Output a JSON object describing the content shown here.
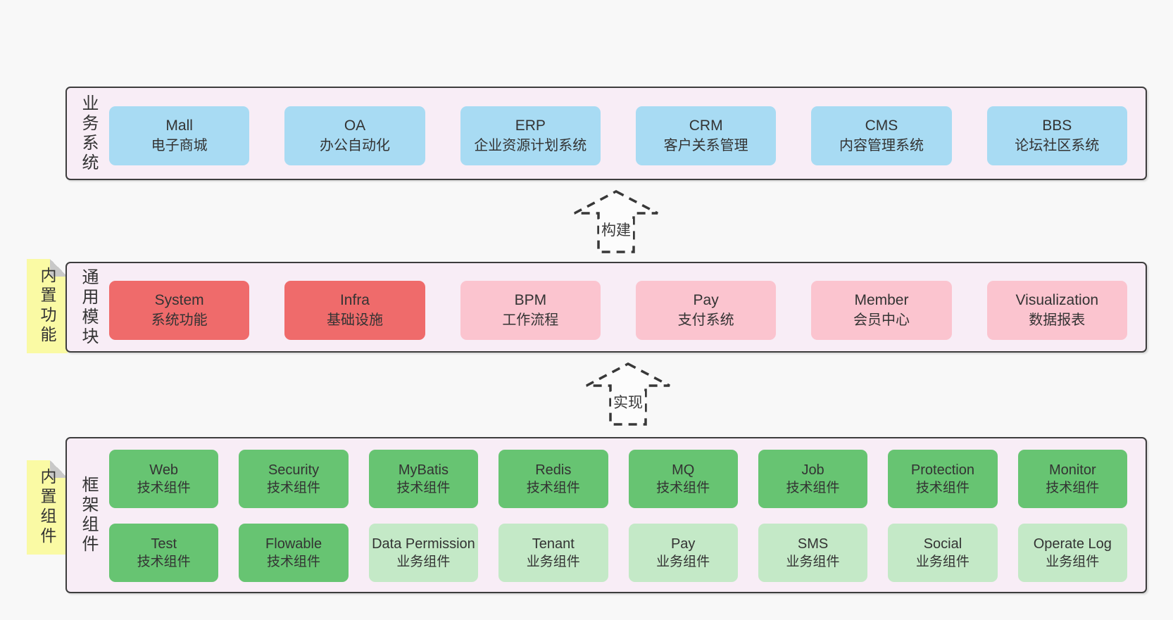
{
  "colors": {
    "page_background": "#f8f8f8",
    "panel_background": "#f8edf6",
    "panel_border": "#3d3d3d",
    "box_blue": "#a8dbf3",
    "box_red": "#ef6b6b",
    "box_pink": "#fbc4cf",
    "box_green": "#67c472",
    "box_light_green": "#c4e9c7",
    "tab_yellow": "#fafaa4",
    "tab_fold_gray": "#c8c8c8"
  },
  "arrows": [
    {
      "label": "构建"
    },
    {
      "label": "实现"
    }
  ],
  "sections": [
    {
      "label": "业务系统",
      "boxes": [
        {
          "name": "Mall",
          "desc": "电子商城"
        },
        {
          "name": "OA",
          "desc": "办公自动化"
        },
        {
          "name": "ERP",
          "desc": "企业资源计划系统"
        },
        {
          "name": "CRM",
          "desc": "客户关系管理"
        },
        {
          "name": "CMS",
          "desc": "内容管理系统"
        },
        {
          "name": "BBS",
          "desc": "论坛社区系统"
        }
      ]
    },
    {
      "label": "通用模块",
      "tab": "内置功能",
      "boxes": [
        {
          "name": "System",
          "desc": "系统功能"
        },
        {
          "name": "Infra",
          "desc": "基础设施"
        },
        {
          "name": "BPM",
          "desc": "工作流程"
        },
        {
          "name": "Pay",
          "desc": "支付系统"
        },
        {
          "name": "Member",
          "desc": "会员中心"
        },
        {
          "name": "Visualization",
          "desc": "数据报表"
        }
      ]
    },
    {
      "label": "框架组件",
      "tab": "内置组件",
      "rows": [
        {
          "boxes": [
            {
              "name": "Web",
              "desc": "技术组件"
            },
            {
              "name": "Security",
              "desc": "技术组件"
            },
            {
              "name": "MyBatis",
              "desc": "技术组件"
            },
            {
              "name": "Redis",
              "desc": "技术组件"
            },
            {
              "name": "MQ",
              "desc": "技术组件"
            },
            {
              "name": "Job",
              "desc": "技术组件"
            },
            {
              "name": "Protection",
              "desc": "技术组件"
            },
            {
              "name": "Monitor",
              "desc": "技术组件"
            }
          ]
        },
        {
          "boxes": [
            {
              "name": "Test",
              "desc": "技术组件"
            },
            {
              "name": "Flowable",
              "desc": "技术组件"
            },
            {
              "name": "Data Permission",
              "desc": "业务组件"
            },
            {
              "name": "Tenant",
              "desc": "业务组件"
            },
            {
              "name": "Pay",
              "desc": "业务组件"
            },
            {
              "name": "SMS",
              "desc": "业务组件"
            },
            {
              "name": "Social",
              "desc": "业务组件"
            },
            {
              "name": "Operate Log",
              "desc": "业务组件"
            }
          ]
        }
      ]
    }
  ]
}
